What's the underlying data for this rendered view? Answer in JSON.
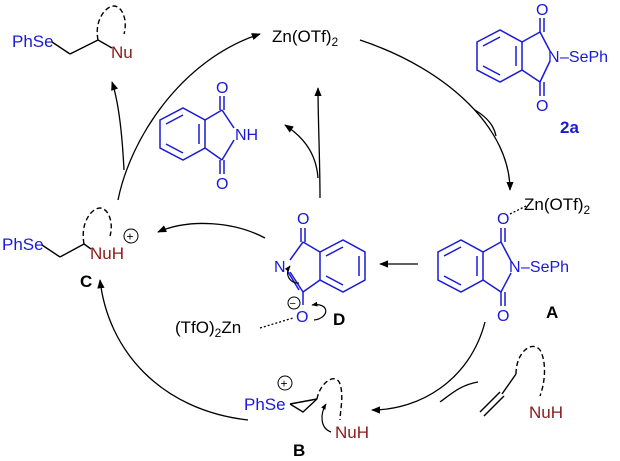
{
  "catalyst": {
    "main": "Zn(OTf)",
    "sub": "2"
  },
  "product": {
    "phse": "PhSe",
    "nu": "Nu"
  },
  "reagent_2a": {
    "o_top": "O",
    "o_bottom": "O",
    "n": "N",
    "sub": "–SePh",
    "label": "2a"
  },
  "phthalimide": {
    "o_top": "O",
    "o_bottom": "O",
    "nh": "NH"
  },
  "intermediate_A": {
    "zn": "Zn(OTf)",
    "zn_sub": "2",
    "o_top": "O",
    "o_bottom": "O",
    "n": "N",
    "sub": "–SePh",
    "label": "A"
  },
  "intermediate_B": {
    "phse": "PhSe",
    "plus": "+",
    "nuh": "NuH",
    "label": "B"
  },
  "intermediate_C": {
    "phse": "PhSe",
    "nuh": "NuH",
    "plus": "+",
    "label": "C"
  },
  "intermediate_D": {
    "o_top": "O",
    "n": "N",
    "o_bottom": "O",
    "minus": "−",
    "zn_main": "(TfO)",
    "zn_sub": "2",
    "zn_tail": "Zn",
    "label": "D"
  },
  "alkene": {
    "nuh": "NuH"
  },
  "colors": {
    "blue": "#1a1ad6",
    "maroon": "#8b1a1a",
    "black": "#000000"
  }
}
